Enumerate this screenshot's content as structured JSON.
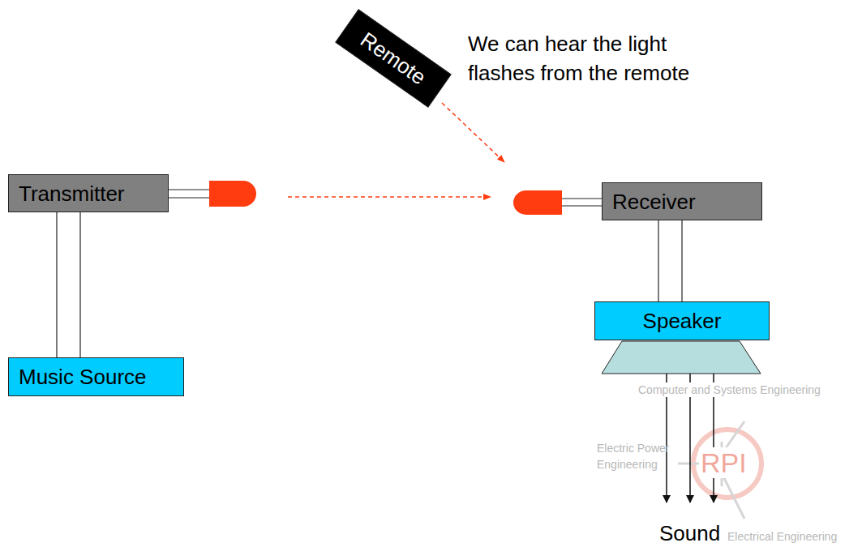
{
  "diagram": {
    "nodes": [
      {
        "text": [
          "Remote"
        ]
      },
      {
        "text": [
          "Transmitter"
        ]
      },
      {
        "text": [
          "Receiver"
        ]
      },
      {
        "text": [
          "Speaker"
        ]
      },
      {
        "text": [
          "Music Source"
        ]
      }
    ],
    "edges": [
      {
        "from": 1,
        "to": 4,
        "arrow": "none"
      },
      {
        "from": 2,
        "to": 3,
        "arrow": "none"
      }
    ],
    "labels": [
      "We can hear the light flashes from the remote",
      "Sound",
      "Computer and Systems Engineering",
      "Electric Power Engineering",
      "RPI",
      "Electrical Engineering"
    ]
  }
}
